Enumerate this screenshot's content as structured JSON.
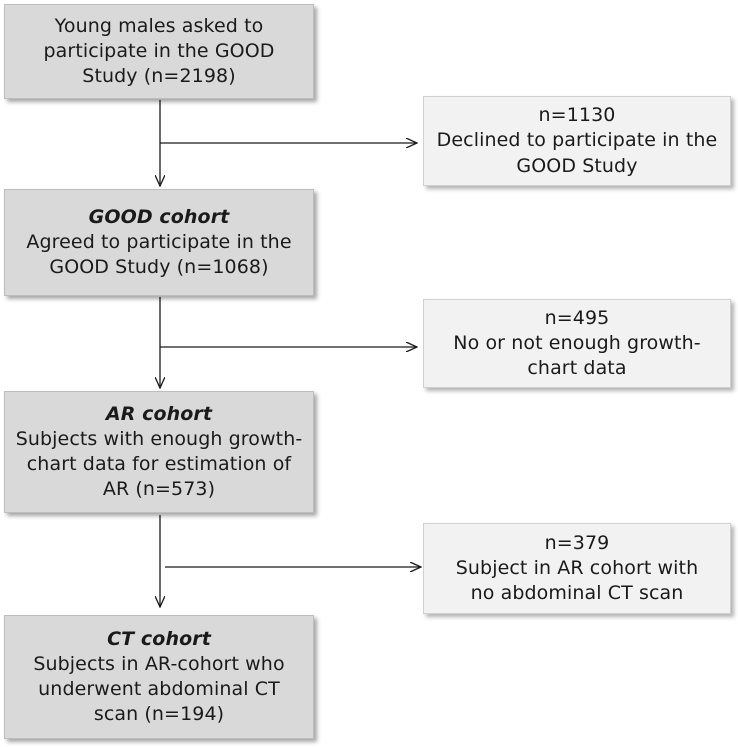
{
  "flowchart": {
    "start": {
      "lines": [
        "Young males asked to",
        "participate in the GOOD",
        "Study (n=2198)"
      ]
    },
    "excluded_1": {
      "lines": [
        "n=1130",
        "Declined to participate in the",
        "GOOD Study"
      ]
    },
    "good_cohort": {
      "title": "GOOD cohort",
      "lines": [
        "Agreed to participate in the",
        "GOOD Study (n=1068)"
      ]
    },
    "excluded_2": {
      "lines": [
        "n=495",
        "No or not enough growth-",
        "chart data"
      ]
    },
    "ar_cohort": {
      "title": "AR cohort",
      "lines": [
        "Subjects with enough growth-",
        "chart data for estimation of",
        "AR (n=573)"
      ]
    },
    "excluded_3": {
      "lines": [
        "n=379",
        "Subject in AR cohort with",
        "no abdominal CT scan"
      ]
    },
    "ct_cohort": {
      "title": "CT cohort",
      "lines": [
        "Subjects in AR-cohort who",
        "underwent abdominal CT",
        "scan (n=194)"
      ]
    }
  }
}
